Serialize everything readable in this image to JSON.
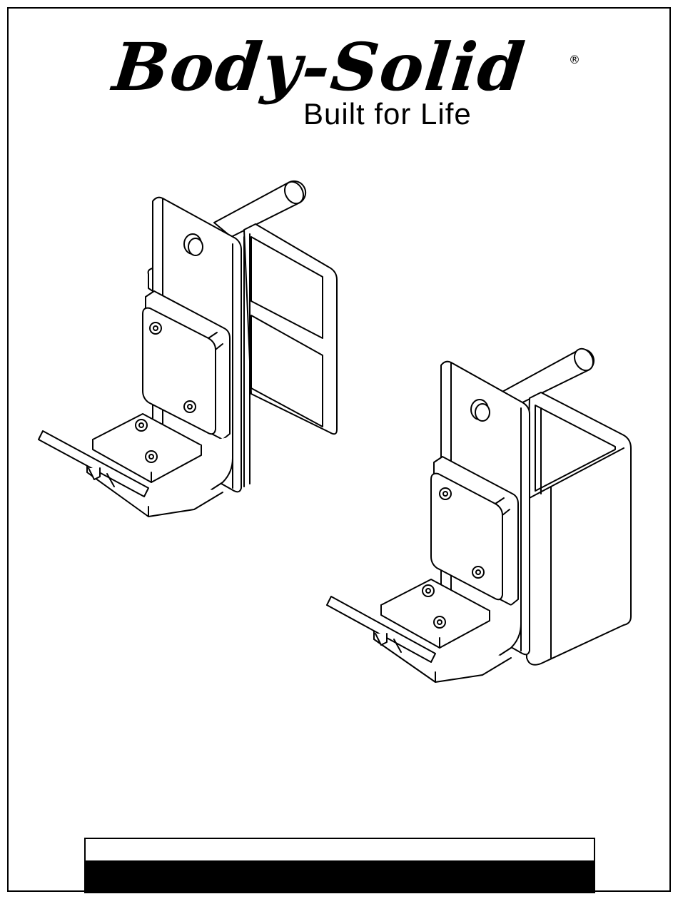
{
  "logo": {
    "brand": "Body-Solid",
    "registered_mark": "®",
    "tagline": "Built for Life"
  },
  "illustration": {
    "items": [
      "jammer-arm-left",
      "jammer-arm-right"
    ]
  },
  "colors": {
    "ink": "#000000",
    "paper": "#ffffff"
  }
}
